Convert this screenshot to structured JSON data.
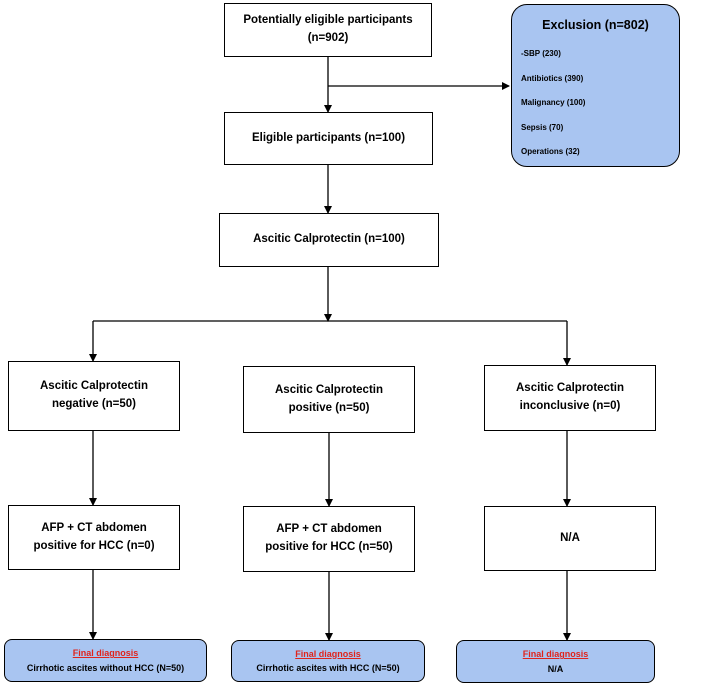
{
  "top": {
    "line1": "Potentially eligible participants",
    "line2": "(n=902)"
  },
  "exclusion": {
    "title": "Exclusion (n=802)",
    "items": [
      "-SBP (230)",
      "Antibiotics (390)",
      "Malignancy (100)",
      "Sepsis (70)",
      "Operations (32)"
    ]
  },
  "eligible": "Eligible participants (n=100)",
  "calprotectin": "Ascitic Calprotectin (n=100)",
  "branches": [
    {
      "line1": "Ascitic Calprotectin",
      "line2": "negative (n=50)"
    },
    {
      "line1": "Ascitic Calprotectin",
      "line2": "positive (n=50)"
    },
    {
      "line1": "Ascitic Calprotectin",
      "line2": "inconclusive (n=0)"
    }
  ],
  "tests": [
    {
      "line1": "AFP + CT abdomen",
      "line2": "positive for HCC (n=0)"
    },
    {
      "line1": "AFP + CT abdomen",
      "line2": "positive for HCC (n=50)"
    },
    {
      "line1": "N/A",
      "line2": ""
    }
  ],
  "finals": [
    {
      "label": "Final diagnosis",
      "text": "Cirrhotic ascites without HCC (N=50)"
    },
    {
      "label": "Final diagnosis",
      "text": "Cirrhotic ascites with HCC (N=50)"
    },
    {
      "label": "Final diagnosis",
      "text": "N/A"
    }
  ],
  "colors": {
    "box_fill": "#ffffff",
    "rounded_fill": "#a9c5f1",
    "label_red": "#e0241c",
    "stroke": "#000000"
  }
}
